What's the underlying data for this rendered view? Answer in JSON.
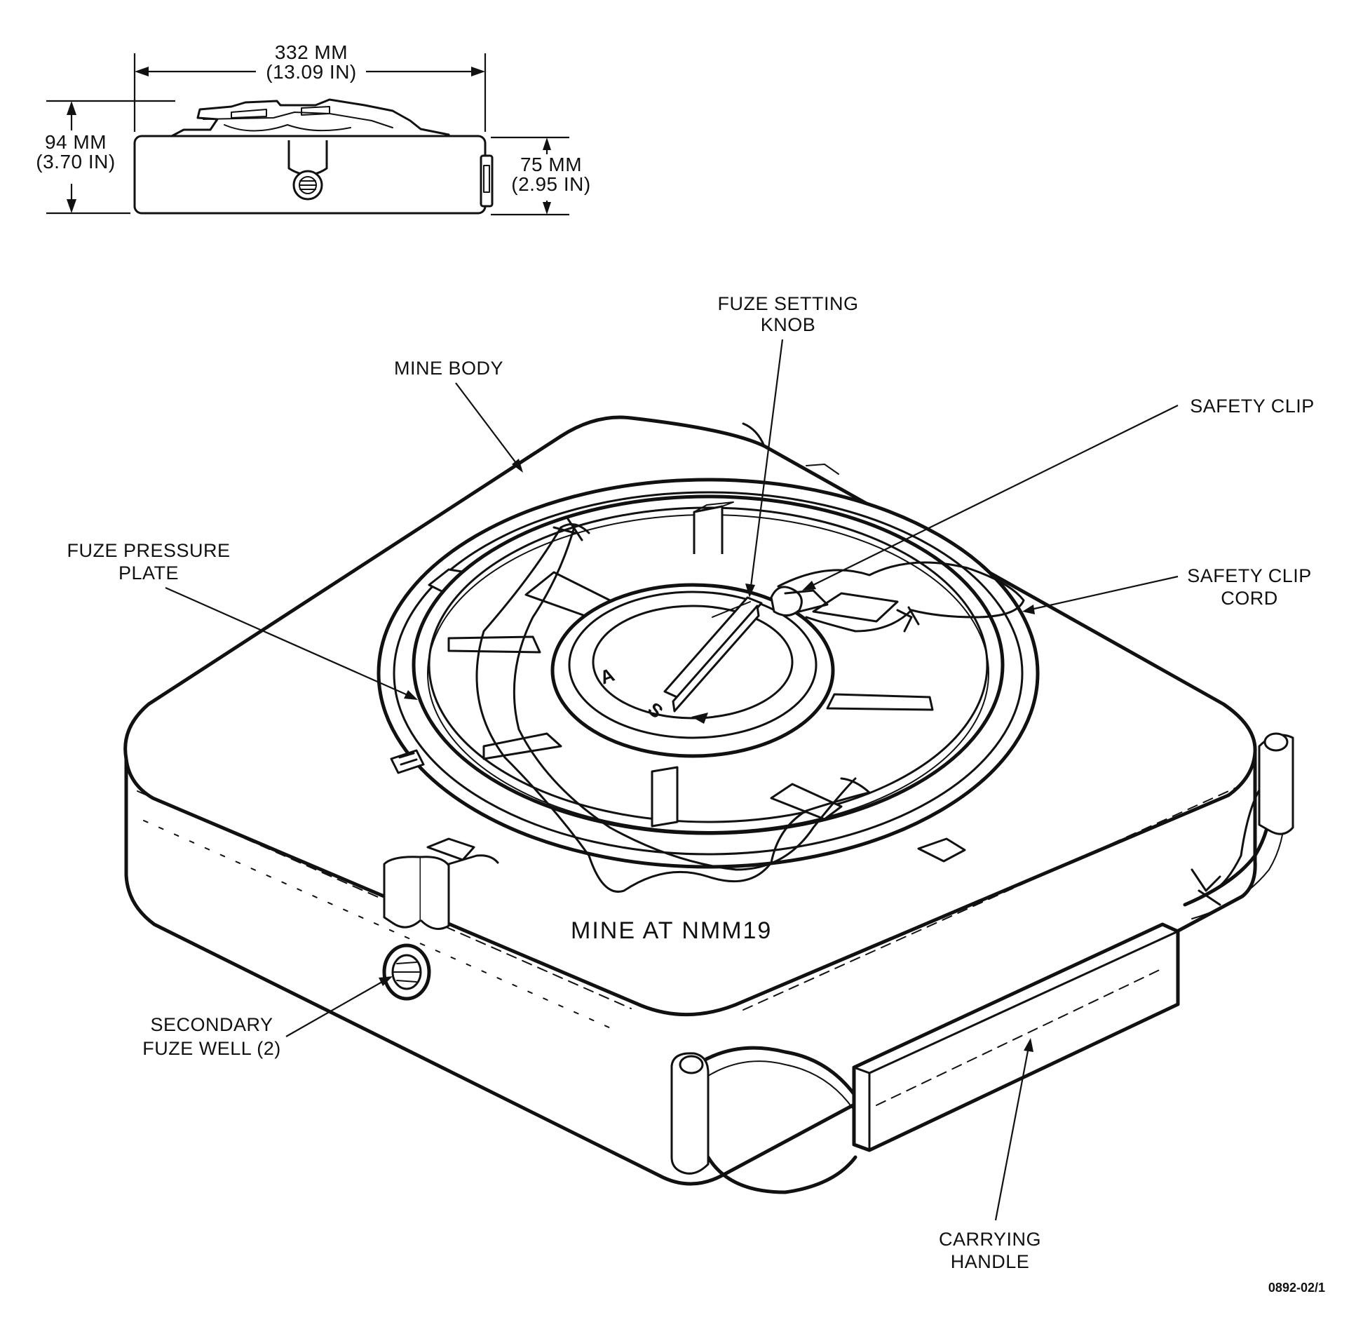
{
  "labels": {
    "mine_body": "MINE BODY",
    "fuze_setting_knob_1": "FUZE SETTING",
    "fuze_setting_knob_2": "KNOB",
    "safety_clip": "SAFETY CLIP",
    "safety_clip_cord_1": "SAFETY CLIP",
    "safety_clip_cord_2": "CORD",
    "fuze_pressure_plate_1": "FUZE PRESSURE",
    "fuze_pressure_plate_2": "PLATE",
    "secondary_fuze_well_1": "SECONDARY",
    "secondary_fuze_well_2": "FUZE WELL (2)",
    "carrying_handle_1": "CARRYING",
    "carrying_handle_2": "HANDLE"
  },
  "dimensions": {
    "width_mm": "332 MM",
    "width_in": "(13.09 IN)",
    "height_total_mm": "94 MM",
    "height_total_in": "(3.70 IN)",
    "height_body_mm": "75 MM",
    "height_body_in": "(2.95 IN)"
  },
  "body_marking": "MINE AT NMM19",
  "dial_letters": [
    "A",
    "S"
  ],
  "figure_id": "0892-02/1"
}
